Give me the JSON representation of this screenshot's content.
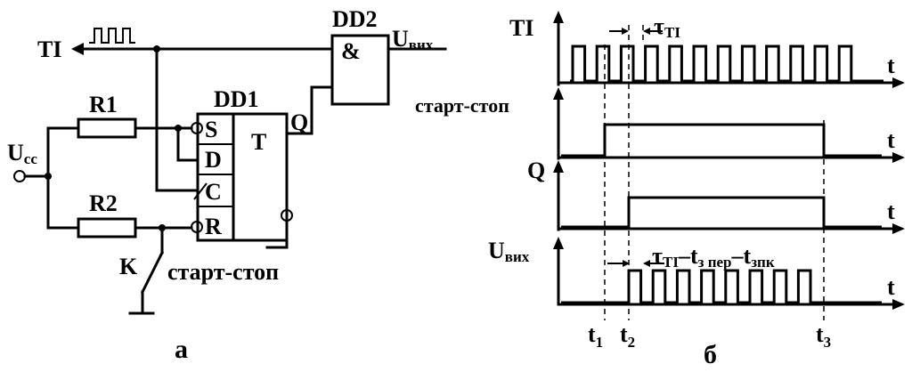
{
  "panel_a": {
    "caption": "а",
    "ti_label": "TI",
    "ucc_main": "U",
    "ucc_sub": "cc",
    "r1": "R1",
    "r2": "R2",
    "dd1": "DD1",
    "dd2": "DD2",
    "and_sym": "&",
    "trig_t": "T",
    "pin_s": "S",
    "pin_d": "D",
    "pin_c": "C",
    "pin_r": "R",
    "q_out": "Q",
    "uvih_main": "U",
    "uvih_sub": "вих",
    "switch_k": "K",
    "switch_name": "старт-стоп"
  },
  "panel_b": {
    "caption": "б",
    "ti_label": "TI",
    "startstop_label": "старт-стоп",
    "q_label": "Q",
    "uvih_main": "U",
    "uvih_sub": "вих",
    "t_axis": "t",
    "tau_sym": "τ",
    "tau_sub": "TI",
    "formula_sym": "τ",
    "formula_sub1": "TI",
    "formula_mid": "–t",
    "formula_sub2": "з пер",
    "formula_mid2": "–t",
    "formula_sub3": "зпк",
    "t1": "t",
    "t1_sub": "1",
    "t2": "t",
    "t2_sub": "2",
    "t3": "t",
    "t3_sub": "3"
  }
}
